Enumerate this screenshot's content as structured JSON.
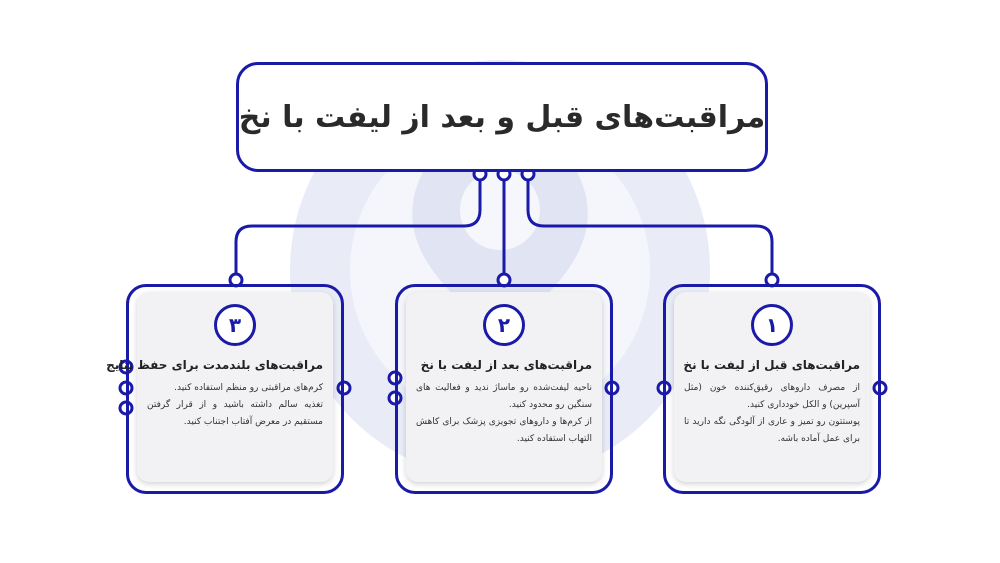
{
  "title": "مراقبت‌های قبل و بعد از لیفت با نخ",
  "colors": {
    "accent": "#1a1aa8",
    "card_bg": "#f2f2f4",
    "text": "#2a2a2a"
  },
  "cards": [
    {
      "number": "۱",
      "heading": "مراقبت‌های قبل از لیفت با نخ",
      "lines": [
        "از مصرف داروهای رقیق‌کننده خون (مثل آسپرین) و الکل خودداری کنید.",
        "پوستتون رو تمیز و عاری از آلودگی نگه دارید تا برای عمل آماده باشه."
      ]
    },
    {
      "number": "۲",
      "heading": "مراقبت‌های بعد از لیفت با نخ",
      "lines": [
        "ناحیه لیفت‌شده رو ماساژ ندید و فعالیت های سنگین رو محدود کنید.",
        "از کرم‌ها و داروهای تجویزی پزشک برای کاهش التهاب استفاده کنید."
      ]
    },
    {
      "number": "۳",
      "heading": "مراقبت‌های بلندمدت برای حفظ نتایج",
      "lines": [
        "کرم‌های مراقبتی رو منظم استفاده کنید.",
        "تغذیه سالم داشته باشید و از قرار گرفتن مستقیم در معرض آفتاب اجتناب کنید."
      ]
    }
  ]
}
